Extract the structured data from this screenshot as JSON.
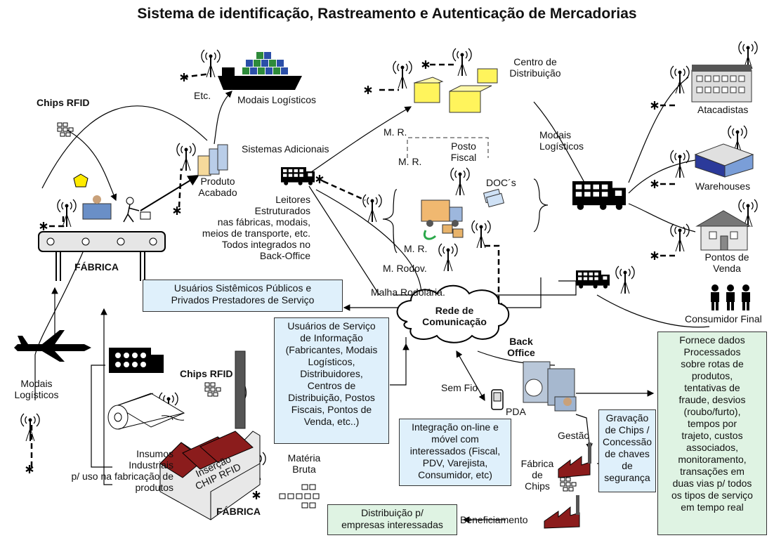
{
  "title": "Sistema de identificação, Rastreamento e Autenticação de Mercadorias",
  "labels": {
    "chips_rfid_top": "Chips RFID",
    "etc": "Etc.",
    "modais_logisticos_ship": "Modais Logísticos",
    "produto_acabado": "Produto\nAcabado",
    "fabrica_top": "FÁBRICA",
    "sistemas_adicionais": "Sistemas Adicionais",
    "leitores": "Leitores\nEstruturados\nnas fábricas, modais,\nmeios de transporte, etc.\nTodos integrados no\nBack-Office",
    "centro_distribuicao": "Centro de\nDistribuição",
    "mr1": "M. R.",
    "mr2": "M. R.",
    "mr3": "M. R.",
    "posto_fiscal": "Posto\nFiscal",
    "docs": "DOC´s",
    "m_rodov": "M. Rodov.",
    "malha_rodoviaria": "Malha Rodoiária.",
    "modais_logisticos_right": "Modais\nLogísticos",
    "atacadistas": "Atacadistas",
    "warehouses": "Warehouses",
    "pontos_venda": "Pontos de\nVenda",
    "consumidor_final": "Consumidor Final",
    "rede": "Rede de\nComunicação",
    "back_office": "Back\nOffice",
    "sem_fio": "Sem Fio",
    "pda": "PDA",
    "gestao": "Gestão",
    "modais_logisticos_left": "Modais\nLogísticos",
    "insumos": "Insumos\nIndustriais\np/ uso na fabricação de\nprodutos",
    "chips_rfid_bottom": "Chips RFID",
    "insercao": "Inserção\nCHIP RFID",
    "fabrica_bottom": "FÁBRICA",
    "materia_bruta": "Matéria\nBruta",
    "fabrica_chips": "Fábrica\nde\nChips",
    "beneficiamento": "Beneficiamento"
  },
  "boxes": {
    "usuarios_sistemicos": "Usuários Sistêmicos Públicos e\nPrivados Prestadores de Serviço",
    "usuarios_servico": "Usuários de Serviço\nde Informação\n(Fabricantes, Modais\nLogísticos,\nDistribuidores,\nCentros de\nDistribuição, Postos\nFiscais, Pontos de\nVenda, etc..)",
    "integracao": "Integração on-line e\nmóvel com\ninteressados (Fiscal,\nPDV, Varejista,\nConsumidor, etc)",
    "gravacao": "Gravação\nde Chips /\nConcessão\nde chaves\nde\nsegurança",
    "fornece": "Fornece dados\nProcessados\nsobre rotas de\nprodutos,\ntentativas de\nfraude, desvios\n(roubo/furto),\ntempos por\ntrajeto, custos\nassociados,\nmonitoramento,\ntransações em\nduas vias p/ todos\nos tipos de serviço\nem tempo real",
    "distribuicao": "Distribuição p/\nempresas interessadas"
  },
  "colors": {
    "box_blue": "#dff0fb",
    "box_green": "#dff3e3",
    "roof_red": "#8b1c1c",
    "box_yellow": "#fff45c",
    "ship_green": "#2e8b3a",
    "ship_blue": "#2b4fa8"
  }
}
